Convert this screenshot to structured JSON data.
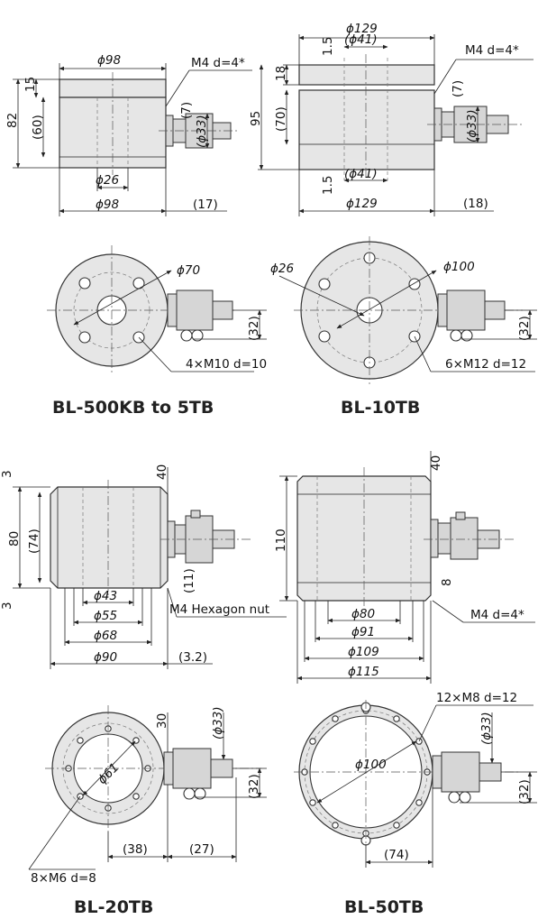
{
  "captions": {
    "bl500": "BL-500KB to 5TB",
    "bl10": "BL-10TB",
    "bl20": "BL-20TB",
    "bl50": "BL-50TB"
  },
  "bl500": {
    "top_dia": "ϕ98",
    "m4": "M4 d=4*",
    "h15": "15",
    "h82": "82",
    "h60": "(60)",
    "d7": "(7)",
    "d33": "(ϕ33)",
    "d26": "ϕ26",
    "bot_dia": "ϕ98",
    "d17": "(17)",
    "d70": "ϕ70",
    "d32": "(32)",
    "bolts": "4×M10 d=10"
  },
  "bl10": {
    "top_dia": "ϕ129",
    "d41_top": "(ϕ41)",
    "h1_5_top": "1.5",
    "m4": "M4 d=4*",
    "h18": "18",
    "h95": "95",
    "h70": "(70)",
    "d7": "(7)",
    "d33": "(ϕ33)",
    "h1_5_bot": "1.5",
    "d41_bot": "(ϕ41)",
    "bot_dia": "ϕ129",
    "d18": "(18)",
    "d26": "ϕ26",
    "d100": "ϕ100",
    "d32": "(32)",
    "bolts": "6×M12 d=12"
  },
  "bl20": {
    "h3_top": "3",
    "h80": "80",
    "h74": "(74)",
    "h3_bot": "3",
    "d40": "40",
    "d11": "(11)",
    "d43": "ϕ43",
    "d55": "ϕ55",
    "d68": "ϕ68",
    "d90": "ϕ90",
    "d3_2": "(3.2)",
    "nut": "M4 Hexagon nut",
    "d30": "30",
    "d33": "(ϕ33)",
    "d61": "ϕ61",
    "d32": "(32)",
    "d38": "(38)",
    "d27": "(27)",
    "bolts": "8×M6 d=8"
  },
  "bl50": {
    "h110": "110",
    "d40": "40",
    "d8": "8",
    "m4": "M4 d=4*",
    "d80": "ϕ80",
    "d91": "ϕ91",
    "d109": "ϕ109",
    "d115": "ϕ115",
    "bolts": "12×M8 d=12",
    "d33": "(ϕ33)",
    "d100": "ϕ100",
    "d32": "(32)",
    "d74": "(74)"
  }
}
